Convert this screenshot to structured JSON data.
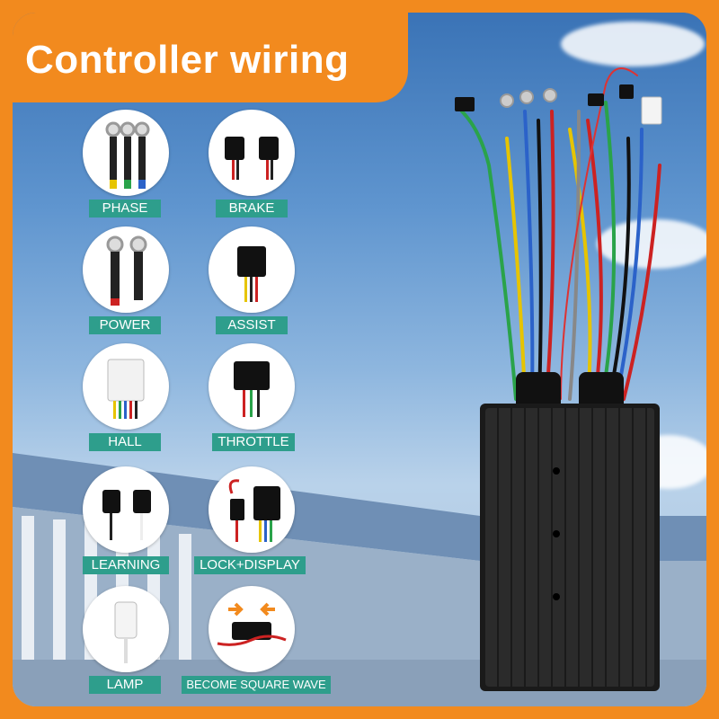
{
  "title": "Controller wiring",
  "labels": {
    "phase": "PHASE",
    "brake": "BRAKE",
    "power": "POWER",
    "assist": "ASSIST",
    "hall": "HALL",
    "throttle": "THROTTLE",
    "learning": "LEARNING",
    "lock_display": "LOCK+DISPLAY",
    "lamp": "LAMP",
    "square_wave": "BECOME SQUARE WAVE"
  },
  "colors": {
    "border": "#f28a1e",
    "label_bg": "#2e9e8c",
    "label_text": "#ffffff"
  }
}
